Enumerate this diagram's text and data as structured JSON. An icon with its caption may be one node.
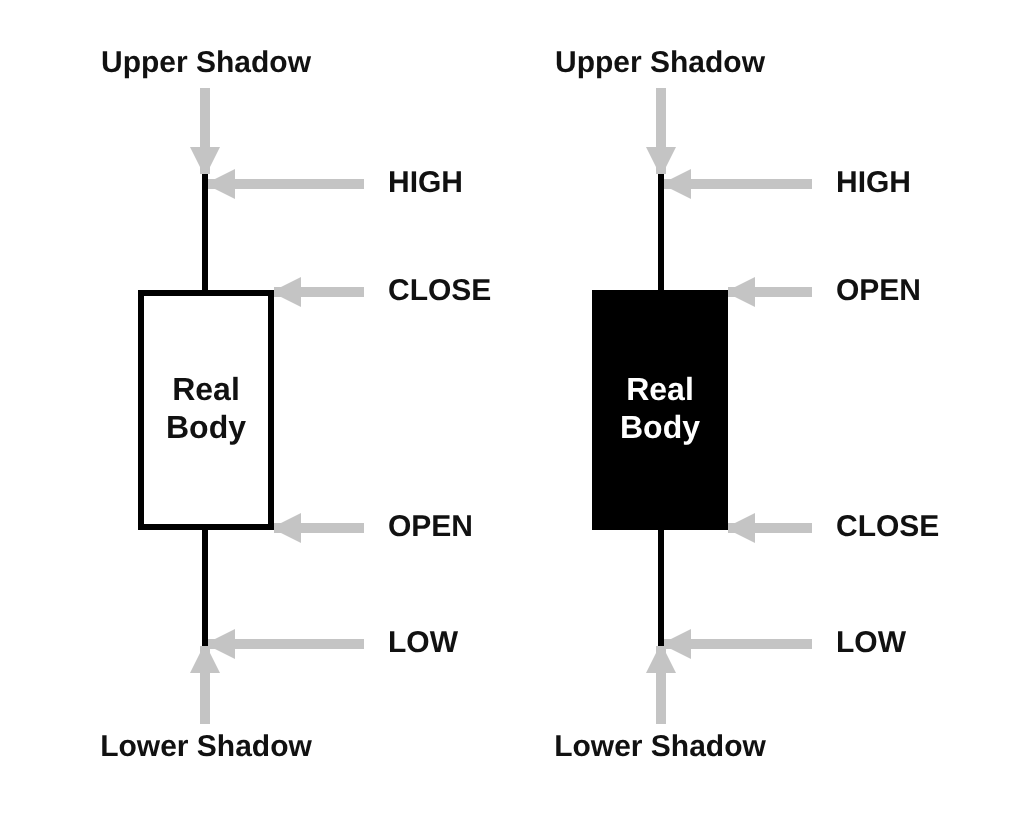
{
  "diagram": {
    "nodes": [
      {
        "text": [
          "Upper Shadow"
        ]
      },
      {
        "text": [
          "Upper Shadow"
        ]
      },
      {
        "text": [],
        "shape": "bar"
      },
      {
        "text": [
          "HIGH"
        ]
      },
      {
        "text": [],
        "shape": "bar"
      },
      {
        "text": [
          "HIGH"
        ]
      },
      {
        "text": [
          "Real Body"
        ]
      },
      {
        "text": [
          "CLOSE"
        ]
      },
      {
        "text": [
          "Real Body"
        ]
      },
      {
        "text": [
          "OPEN"
        ]
      },
      {
        "text": [
          "OPEN"
        ]
      },
      {
        "text": [
          "CLOSE"
        ]
      },
      {
        "text": [],
        "shape": "bar"
      },
      {
        "text": [
          "LOW"
        ]
      },
      {
        "text": [],
        "shape": "bar"
      },
      {
        "text": [
          "LOW"
        ]
      },
      {
        "text": [
          "Lower Shadow"
        ]
      },
      {
        "text": [
          "Lower Shadow"
        ]
      }
    ],
    "edges": [
      {
        "from": 0,
        "to": 2,
        "arrow": "to"
      },
      {
        "from": 1,
        "to": 4,
        "arrow": "to"
      },
      {
        "from": 3,
        "to": 2,
        "arrow": "to"
      },
      {
        "from": 5,
        "to": 4,
        "arrow": "to"
      },
      {
        "from": 7,
        "to": 6,
        "arrow": "to"
      },
      {
        "from": 9,
        "to": 8,
        "arrow": "to"
      },
      {
        "from": 10,
        "to": 6,
        "arrow": "to"
      },
      {
        "from": 11,
        "to": 8,
        "arrow": "to"
      },
      {
        "from": 13,
        "to": 12,
        "arrow": "to"
      },
      {
        "from": 15,
        "to": 14,
        "arrow": "to"
      },
      {
        "from": 16,
        "to": 12,
        "arrow": "to"
      },
      {
        "from": 17,
        "to": 14,
        "arrow": "to"
      }
    ]
  }
}
